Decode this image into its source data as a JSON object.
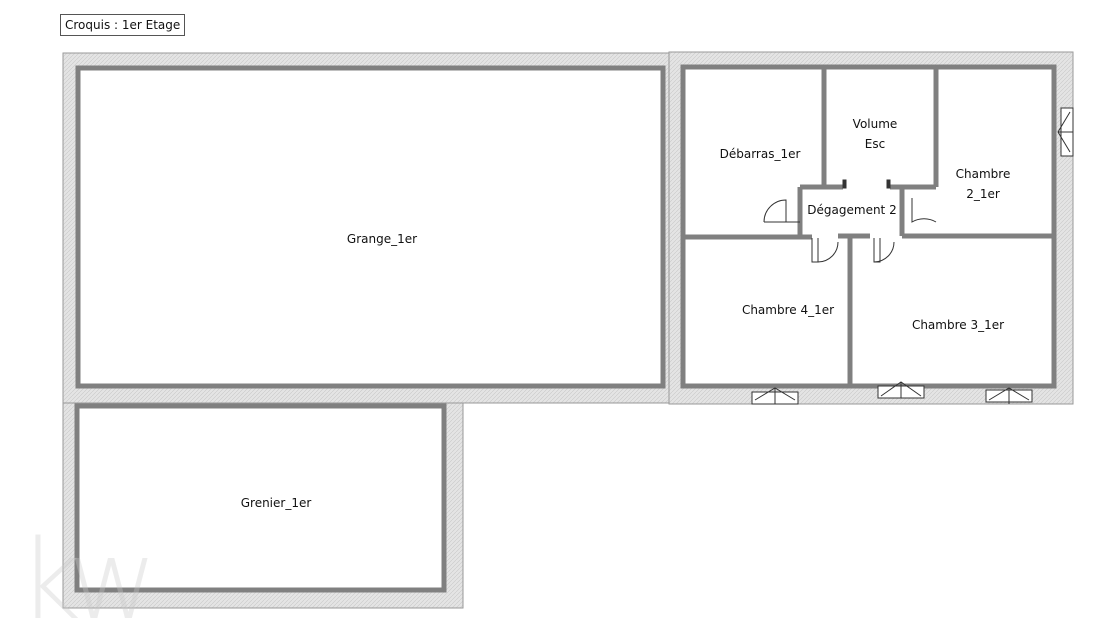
{
  "title": "Croquis : 1er Etage",
  "rooms": {
    "grange": "Grange_1er",
    "grenier": "Grenier_1er",
    "debarras": "Débarras_1er",
    "volume_line1": "Volume",
    "volume_line2": "Esc",
    "chambre2_line1": "Chambre",
    "chambre2_line2": "2_1er",
    "degagement": "Dégagement 2",
    "chambre4": "Chambre 4_1er",
    "chambre3": "Chambre 3_1er"
  },
  "watermark": "kw",
  "colors": {
    "wall_fill": "#dcdcdc",
    "wall_line": "#808080",
    "text": "#111111"
  }
}
